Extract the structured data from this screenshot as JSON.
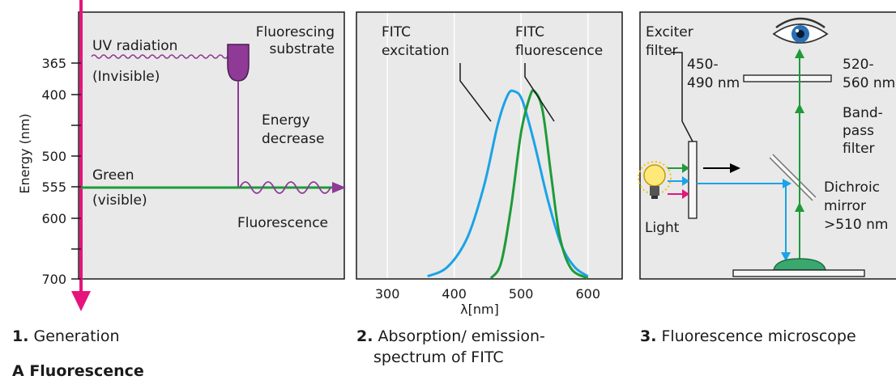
{
  "colors": {
    "panel_bg": "#e9e9e9",
    "frame": "#1a1a1a",
    "magenta": "#e5157b",
    "green": "#1f9a3a",
    "purple": "#8e3a96",
    "blue": "#1aa3e6",
    "black": "#000000"
  },
  "panel1": {
    "y_axis_label": "Energy (nm)",
    "ticks": [
      "365",
      "400",
      "500",
      "555",
      "600",
      "700"
    ],
    "uv_label": "UV radiation",
    "uv_sub": "(Invisible)",
    "substrate_label_1": "Fluorescing",
    "substrate_label_2": "substrate",
    "energy_label_1": "Energy",
    "energy_label_2": "decrease",
    "green_label": "Green",
    "green_sub": "(visible)",
    "fluorescence_label": "Fluorescence",
    "caption_num": "1.",
    "caption_text": "Generation"
  },
  "panel2": {
    "series": [
      {
        "name_1": "FITC",
        "name_2": "excitation",
        "color": "blue"
      },
      {
        "name_1": "FITC",
        "name_2": "fluorescence",
        "color": "green"
      }
    ],
    "x_ticks": [
      "300",
      "400",
      "500",
      "600"
    ],
    "x_label": "λ[nm]",
    "caption_num": "2.",
    "caption_line1": "Absorption/ emission-",
    "caption_line2": "spectrum of FITC"
  },
  "chart_data": {
    "type": "line",
    "xlabel": "λ[nm]",
    "x_ticks": [
      300,
      400,
      500,
      600
    ],
    "xlim": [
      255,
      650
    ],
    "series": [
      {
        "name": "FITC excitation",
        "peak": 490,
        "values": [
          [
            360,
            0.01
          ],
          [
            390,
            0.06
          ],
          [
            420,
            0.22
          ],
          [
            445,
            0.5
          ],
          [
            465,
            0.82
          ],
          [
            480,
            0.98
          ],
          [
            490,
            1.0
          ],
          [
            502,
            0.95
          ],
          [
            520,
            0.72
          ],
          [
            540,
            0.42
          ],
          [
            560,
            0.18
          ],
          [
            580,
            0.06
          ],
          [
            600,
            0.01
          ]
        ]
      },
      {
        "name": "FITC fluorescence",
        "peak": 520,
        "values": [
          [
            455,
            0.0
          ],
          [
            470,
            0.08
          ],
          [
            485,
            0.38
          ],
          [
            500,
            0.78
          ],
          [
            513,
            0.97
          ],
          [
            520,
            1.0
          ],
          [
            532,
            0.9
          ],
          [
            545,
            0.55
          ],
          [
            558,
            0.22
          ],
          [
            575,
            0.05
          ],
          [
            600,
            0.0
          ]
        ]
      }
    ]
  },
  "panel3": {
    "exciter_label_1": "Exciter",
    "exciter_label_2": "filter",
    "exciter_range_1": "450-",
    "exciter_range_2": "490 nm",
    "bandpass_range_1": "520-",
    "bandpass_range_2": "560 nm",
    "bandpass_label_1": "Band-",
    "bandpass_label_2": "pass",
    "bandpass_label_3": "filter",
    "dichroic_label_1": "Dichroic",
    "dichroic_label_2": "mirror",
    "dichroic_label_3": ">510 nm",
    "light_label": "Light",
    "caption_num": "3.",
    "caption_text": "Fluorescence microscope"
  },
  "figure_label": "A  Fluorescence"
}
